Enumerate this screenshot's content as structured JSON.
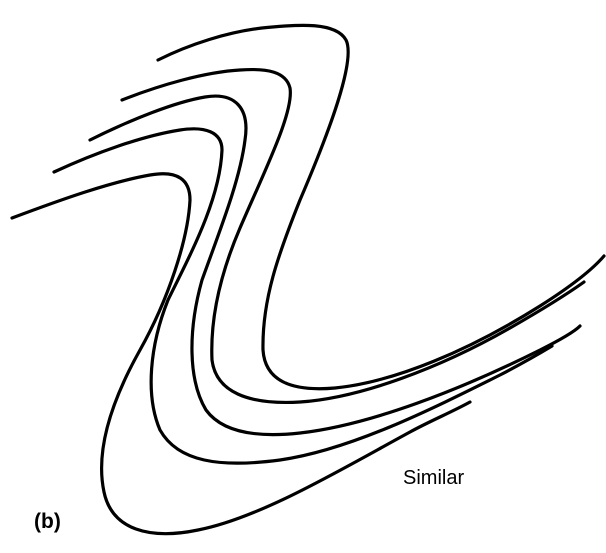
{
  "figure": {
    "panel_label": "(b)",
    "caption": "Similar",
    "line_color": "#000000",
    "background_color": "#ffffff",
    "fold_layer_count": 5
  }
}
